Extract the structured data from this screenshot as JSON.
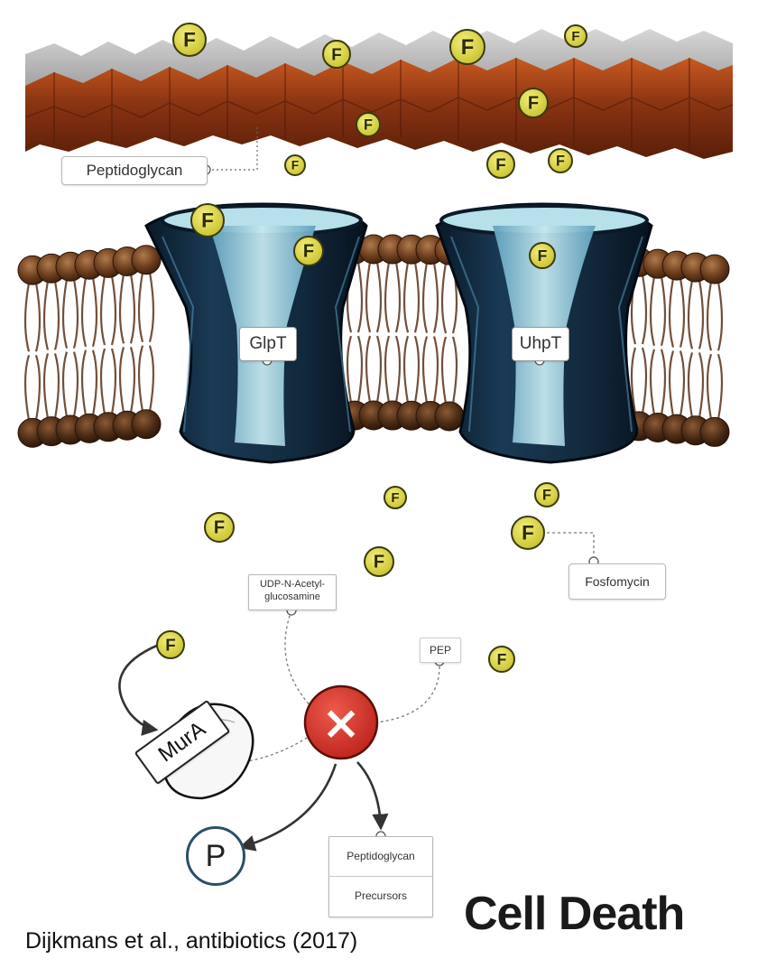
{
  "labels": {
    "peptidoglycan": "Peptidoglycan",
    "glpt": "GlpT",
    "uhpt": "UhpT",
    "fosfomycin": "Fosfomycin",
    "udp_line1": "UDP-N-Acetyl-",
    "udp_line2": "glucosamine",
    "pep": "PEP",
    "mura": "MurA",
    "phosphate": "P",
    "precursor_top": "Peptidoglycan",
    "precursor_bottom": "Precursors"
  },
  "molecule_symbol": "F",
  "inhibition_symbol": "×",
  "caption": {
    "title": "Cell Death",
    "citation": "Dijkmans et al., antibiotics (2017)"
  },
  "colors": {
    "fosfomycin_fill": "#d8d33a",
    "peptidoglycan_layer": "#8a3412",
    "membrane_lipid": "#5a3218",
    "transporter_body": "#0f2436",
    "transporter_channel": "#9fd0e0",
    "inhibition_fill": "#d8322a",
    "phosphate_border": "#2c4f66"
  }
}
